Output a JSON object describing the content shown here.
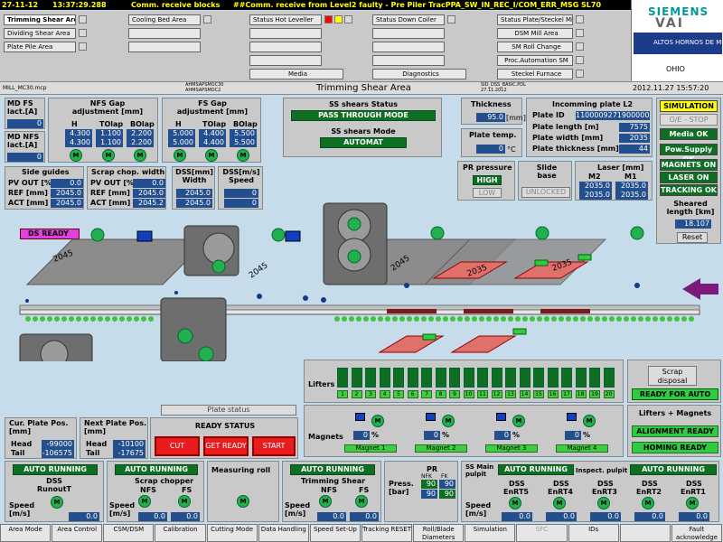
{
  "header": {
    "date": "27-11-12",
    "time": "13:37:29.288",
    "alarm1": "Comm. receive blocks",
    "alarm2": "##Comm. receive from Level2 faulty - Pre Piler TracPPA_SW_IN_REC_I/COM_ERR_MSG SL70"
  },
  "nav": {
    "col1": [
      "Trimming Shear Area",
      "Dividing Shear Area",
      "Plate Pile Area"
    ],
    "col2": [
      "Cooling Bed Area",
      "",
      ""
    ],
    "col3": [
      "Status Hot Leveller",
      "",
      "",
      "",
      "",
      "Media"
    ],
    "col4": [
      "Status Down Coiler",
      "",
      "",
      "",
      "",
      "Diagnostics"
    ],
    "col5": [
      "Status Plate/Steckel Mill",
      "DSM Mill Area",
      "SM Roll Change",
      "Proc.Automation SM",
      "Steckel Furnace"
    ]
  },
  "logo": {
    "siemens": "SIEMENS",
    "vai": "VAI",
    "company": "ALTOS HORNOS DE MÉXICO",
    "site": "OHIO"
  },
  "titlebar": {
    "file": "MILL_MC30.mcp",
    "user": "AHMSAPSMOC30 AHMSAPSMOC2",
    "title": "Trimming Shear Area",
    "sid": "SID_DSS_BASIC.PDL 27.11.2012",
    "datetime": "2012.11.27  15:57:20"
  },
  "md": {
    "fs_label": "MD FS lact.[A]",
    "fs_val": "0",
    "nfs_label": "MD NFS lact.[A]",
    "nfs_val": "0"
  },
  "nfs_gap": {
    "title": "NFS Gap adjustment [mm]",
    "heads": [
      "H",
      "TOlap",
      "BOlap"
    ],
    "row1": [
      "4.300",
      "1.100",
      "2.200"
    ],
    "row2": [
      "4.300",
      "1.100",
      "2.200"
    ]
  },
  "fs_gap": {
    "title": "FS Gap adjustment [mm]",
    "heads": [
      "H",
      "TOlap",
      "BOlap"
    ],
    "row1": [
      "5.000",
      "4.400",
      "5.500"
    ],
    "row2": [
      "5.000",
      "4.400",
      "5.500"
    ]
  },
  "ss_status": {
    "title": "SS shears Status",
    "mode": "PASS THROUGH MODE",
    "title2": "SS shears Mode",
    "mode2": "AUTOMAT"
  },
  "thickness": {
    "label": "Thickness",
    "val": "95.0",
    "unit": "[mm]"
  },
  "plate_temp": {
    "label": "Plate temp.",
    "val": "0",
    "unit": "°C"
  },
  "incoming": {
    "title": "Incomming plate L2",
    "rows": [
      {
        "label": "Plate ID",
        "val": "1100009271900000"
      },
      {
        "label": "Plate length [m]",
        "val": "7575"
      },
      {
        "label": "Plate width [mm]",
        "val": "2035"
      },
      {
        "label": "Plate thickness [mm]",
        "val": "44"
      }
    ]
  },
  "status_right": {
    "simulation": "SIMULATION",
    "oe_stop": "O/E - STOP",
    "media": "Media OK",
    "pow": "Pow.Supply OK",
    "magnets": "MAGNETS ON",
    "laser": "LASER ON",
    "tracking": "TRACKING OK",
    "sheared_label": "Sheared length [km]",
    "sheared_val": "18.107",
    "reset": "Reset"
  },
  "side_guides": {
    "title": "Side guides",
    "rows": [
      {
        "label": "PV OUT [%]",
        "val": "0.0"
      },
      {
        "label": "REF [mm]",
        "val": "2045.0"
      },
      {
        "label": "ACT [mm]",
        "val": "2045.0"
      }
    ]
  },
  "scrap_chop": {
    "title": "Scrap chop. width",
    "rows": [
      {
        "label": "PV OUT [%]",
        "val": "0.0"
      },
      {
        "label": "REF [mm]",
        "val": "2045.0"
      },
      {
        "label": "ACT [mm]",
        "val": "2045.2"
      }
    ]
  },
  "dss_width": {
    "title": "DSS[mm] Width",
    "v1": "2045.0",
    "v2": "2045.0"
  },
  "dss_speed": {
    "title": "DSS[m/s] Speed",
    "v1": "0",
    "v2": "0"
  },
  "pr": {
    "title": "PR pressure",
    "high": "HIGH",
    "low": "LOW"
  },
  "slide": {
    "title": "Slide base",
    "state": "UNLOCKED"
  },
  "laser": {
    "title": "Laser [mm]",
    "m2": "M2",
    "m1": "M1",
    "r1": [
      "2035.0",
      "2035.0"
    ],
    "r2": [
      "2035.0",
      "2035.0"
    ]
  },
  "process": {
    "ds_ready": "DS READY",
    "widths": [
      "2045",
      "2045",
      "2045",
      "2035",
      "2035"
    ]
  },
  "plate_status": "Plate status",
  "cur_pos": {
    "title": "Cur. Plate Pos. [mm]",
    "head_label": "Head",
    "head": "-99000",
    "tail_label": "Tail",
    "tail": "-106575"
  },
  "next_pos": {
    "title": "Next Plate Pos. [mm]",
    "head_label": "Head",
    "head": "-10100",
    "tail_label": "Tail",
    "tail": "-17675"
  },
  "ready_status": {
    "title": "READY STATUS",
    "cut": "CUT",
    "get_ready": "GET READY",
    "start": "START"
  },
  "lifters": {
    "label": "Lifters",
    "nums": [
      "1",
      "2",
      "3",
      "4",
      "5",
      "6",
      "7",
      "8",
      "9",
      "10",
      "11",
      "12",
      "13",
      "14",
      "15",
      "16",
      "17",
      "18",
      "19",
      "20"
    ]
  },
  "scrap_disposal": {
    "label": "Scrap disposal",
    "ready": "READY FOR AUTO"
  },
  "magnets": {
    "label": "Magnets",
    "items": [
      {
        "pct": "0",
        "name": "Magnet 1"
      },
      {
        "pct": "0",
        "name": "Magnet 2"
      },
      {
        "pct": "0",
        "name": "Magnet 3"
      },
      {
        "pct": "0",
        "name": "Magnet 4"
      }
    ],
    "unit": "%"
  },
  "lifters_magnets": {
    "title": "Lifters + Magnets",
    "alignment": "ALIGNMENT READY",
    "homing": "HOMING READY"
  },
  "bottom": {
    "auto": "AUTO RUNNING",
    "dss_runout": "DSS RunoutT",
    "scrap_chopper": "Scrap chopper",
    "nfs": "NFS",
    "fs": "FS",
    "measuring": "Measuring roll",
    "trimming": "Trimming Shear",
    "press_label": "Press. [bar]",
    "pr": "PR",
    "nfk": "NFK",
    "fk": "FK",
    "press_vals": [
      "90",
      "90",
      "90",
      "90"
    ],
    "ss_main": "SS Main pulpit",
    "inspect": "Inspect. pulpit",
    "dss_labels": [
      "EnRT5",
      "EnRT4",
      "EnRT3",
      "EnRT2",
      "EnRT1"
    ],
    "dss": "DSS",
    "speed": "Speed [m/s]",
    "zero": "0.0"
  },
  "footer": [
    "Area Mode",
    "Area Control",
    "CSM/DSM",
    "Calibration",
    "Cutting Mode",
    "Data Handling",
    "Speed Set-Up",
    "Tracking RESET",
    "Roll/Blade Diameters",
    "Simulation",
    "SFC",
    "IDs",
    "",
    "Fault acknowledge"
  ]
}
